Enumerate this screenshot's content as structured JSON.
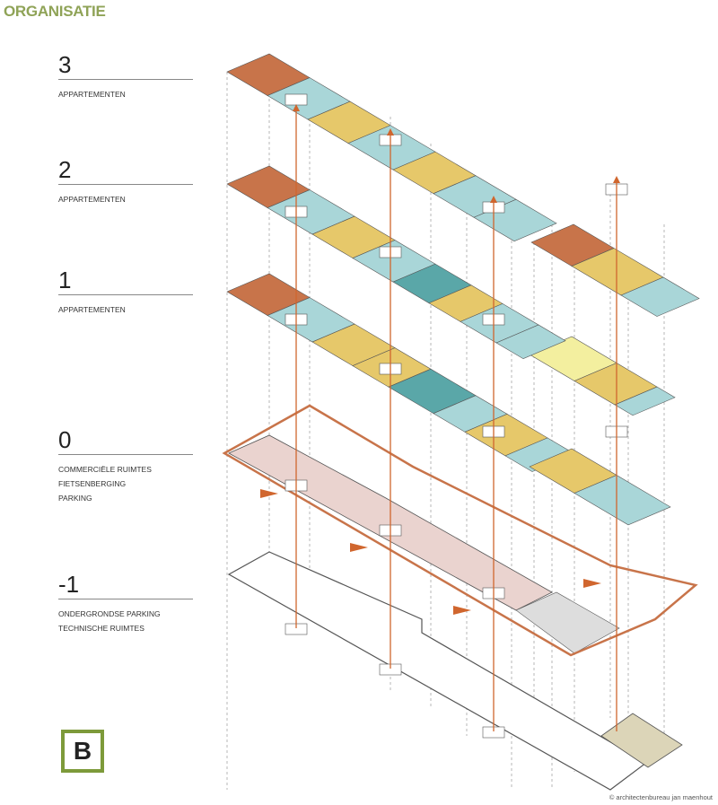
{
  "title": "ORGANISATIE",
  "levels": [
    {
      "num": "3",
      "lines": [
        "APPARTEMENTEN"
      ]
    },
    {
      "num": "2",
      "lines": [
        "APPARTEMENTEN"
      ]
    },
    {
      "num": "1",
      "lines": [
        "APPARTEMENTEN"
      ]
    },
    {
      "num": "0",
      "lines": [
        "COMMERCIËLE RUIMTES",
        "FIETSENBERGING",
        "PARKING"
      ]
    },
    {
      "num": "-1",
      "lines": [
        "ONDERGRONDSE PARKING",
        "TECHNISCHE RUIMTES"
      ]
    }
  ],
  "badge": "B",
  "credit": "© architectenbureau jan maenhout",
  "colors": {
    "title": "#8fa357",
    "orange": "#c8744a",
    "teal": "#a9d6d8",
    "darkteal": "#5aa7a8",
    "yellow": "#e6c86a",
    "lightyellow": "#f3ef9f",
    "pink": "#ead3cf",
    "circulation": "#d0662e",
    "badge": "#7d9a3a"
  }
}
